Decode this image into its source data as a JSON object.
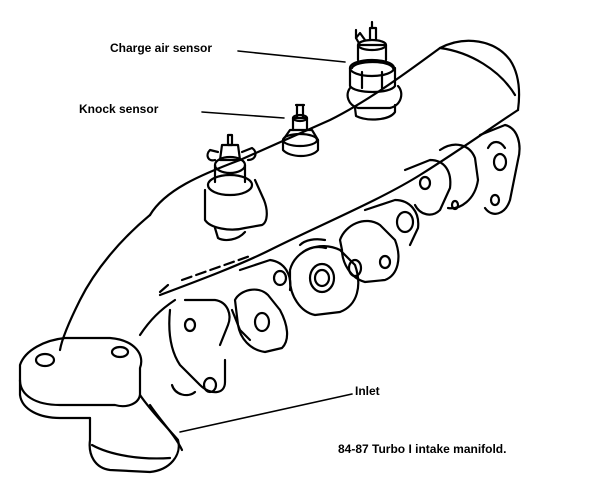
{
  "labels": {
    "charge_air_sensor": "Charge air sensor",
    "knock_sensor": "Knock sensor",
    "inlet": "Inlet"
  },
  "caption": "84-87 Turbo I intake manifold.",
  "colors": {
    "ink": "#000000",
    "paper": "#ffffff"
  }
}
